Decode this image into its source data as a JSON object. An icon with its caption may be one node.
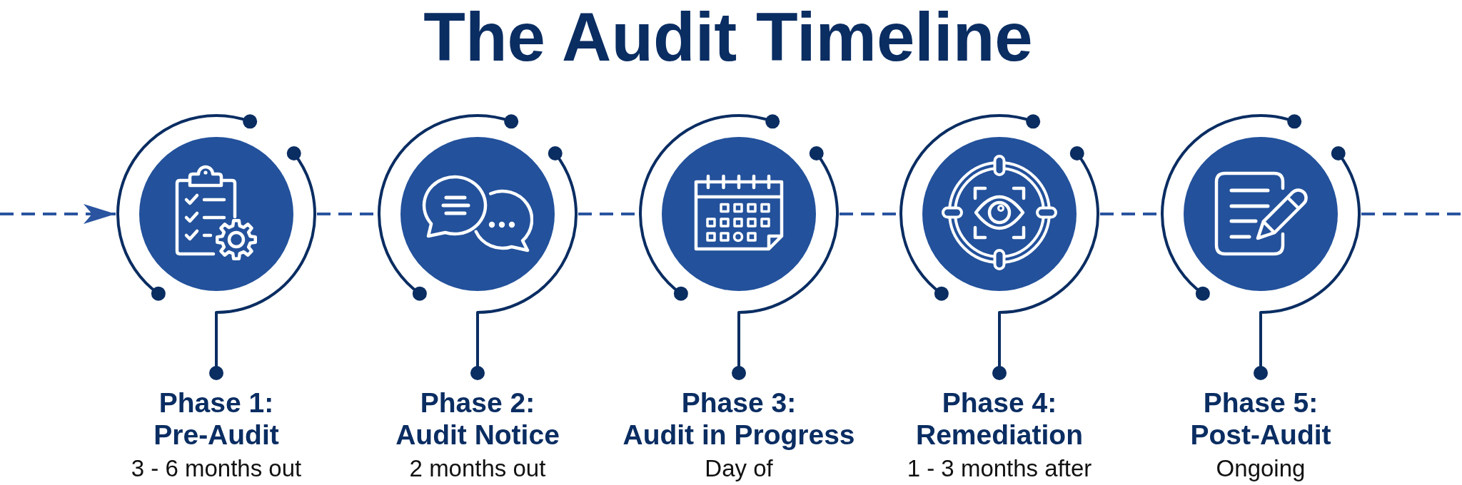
{
  "diagram": {
    "title": "The Audit Timeline",
    "nodes": [
      {
        "text": [],
        "shape": "circle",
        "beside": [
          "Phase 1: Pre-Audit",
          "3 - 6 months out"
        ]
      },
      {
        "text": [],
        "shape": "circle",
        "beside": [
          "Phase 2: Audit Notice",
          "2 months out"
        ]
      },
      {
        "text": [],
        "shape": "circle",
        "beside": [
          "Phase 3: Audit in Progress",
          "Day of"
        ]
      },
      {
        "text": [],
        "shape": "circle",
        "beside": [
          "Phase 4: Remediation",
          "1 - 3 months after"
        ]
      },
      {
        "text": [],
        "shape": "circle",
        "beside": [
          "Phase 5: Post-Audit",
          "Ongoing"
        ]
      }
    ],
    "edges": [
      {
        "from": null,
        "to": 0,
        "arrow": "to",
        "style": "dashed"
      },
      {
        "from": 0,
        "to": 1,
        "arrow": "none",
        "style": "dashed"
      },
      {
        "from": 1,
        "to": 2,
        "arrow": "none",
        "style": "dashed"
      },
      {
        "from": 2,
        "to": 3,
        "arrow": "none",
        "style": "dashed"
      },
      {
        "from": 3,
        "to": 4,
        "arrow": "none",
        "style": "dashed"
      },
      {
        "from": 4,
        "to": null,
        "arrow": "none",
        "style": "dashed"
      }
    ]
  }
}
